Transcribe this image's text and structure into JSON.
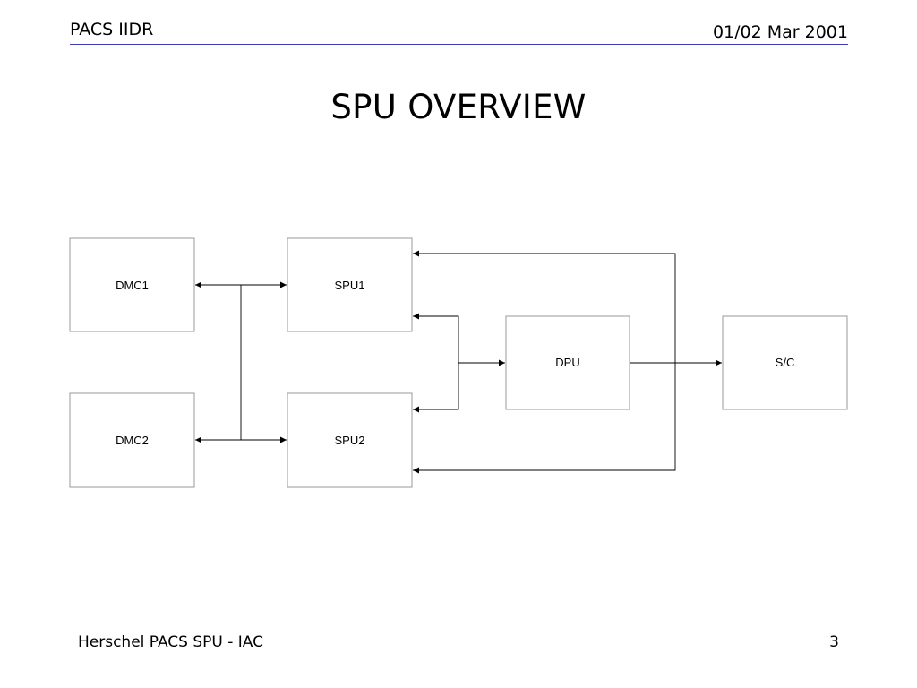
{
  "header": {
    "left": "PACS IIDR",
    "right": "01/02 Mar 2001"
  },
  "title": "SPU OVERVIEW",
  "diagram": {
    "boxes": {
      "dmc1": "DMC1",
      "dmc2": "DMC2",
      "spu1": "SPU1",
      "spu2": "SPU2",
      "dpu": "DPU",
      "sc": "S/C"
    }
  },
  "footer": {
    "left": "Herschel PACS SPU - IAC",
    "page": "3"
  }
}
